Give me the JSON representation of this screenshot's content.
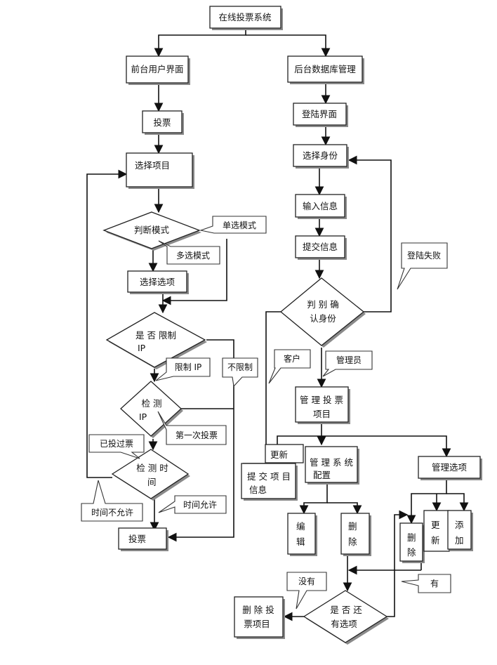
{
  "nodes": {
    "system": "在线投票系统",
    "front_ui": "前台用户界面",
    "back_db": "后台数据库管理",
    "vote_btn": "投票",
    "login_ui": "登陆界面",
    "select_item": "选择项目",
    "select_identity": "选择身份",
    "judge_mode": "判断模式",
    "input_info": "输入信息",
    "submit_info": "提交信息",
    "select_option": "选择选项",
    "judge_identity_1": "判 别 确",
    "judge_identity_2": "认身份",
    "limit_ip_1": "是 否 限制",
    "limit_ip_2": "IP",
    "check_ip_1": "检   测",
    "check_ip_2": "IP",
    "manage_vote_1": "管 理 投 票",
    "manage_vote_2": "项目",
    "manage_sys_1": "管 理 系 统",
    "manage_sys_2": "配置",
    "update_top": "更新",
    "submit_item_1": "提 交 项 目",
    "submit_item_2": "信息",
    "manage_option": "管理选项",
    "check_time_1": "检 测 时",
    "check_time_2": "间",
    "edit_1": "编",
    "edit_2": "辑",
    "delete_1": "删",
    "delete_2": "除",
    "opt_delete_1": "删",
    "opt_delete_2": "除",
    "opt_update_1": "更",
    "opt_update_2": "新",
    "opt_add_1": "添",
    "opt_add_2": "加",
    "vote_end": "投票",
    "delete_project_1": "删 除 投",
    "delete_project_2": "票项目",
    "has_option_1": "是  否  还",
    "has_option_2": "有选项"
  },
  "callouts": {
    "single_mode": "单选模式",
    "multi_mode": "多选模式",
    "login_fail": "登陆失败",
    "customer": "客户",
    "admin": "管理员",
    "limit_ip": "限制 IP",
    "no_limit": "不限制",
    "first_vote": "第一次投票",
    "already_voted": "已投过票",
    "time_not_allowed": "时间不允许",
    "time_allowed": "时间允许",
    "no": "没有",
    "yes": "有"
  }
}
